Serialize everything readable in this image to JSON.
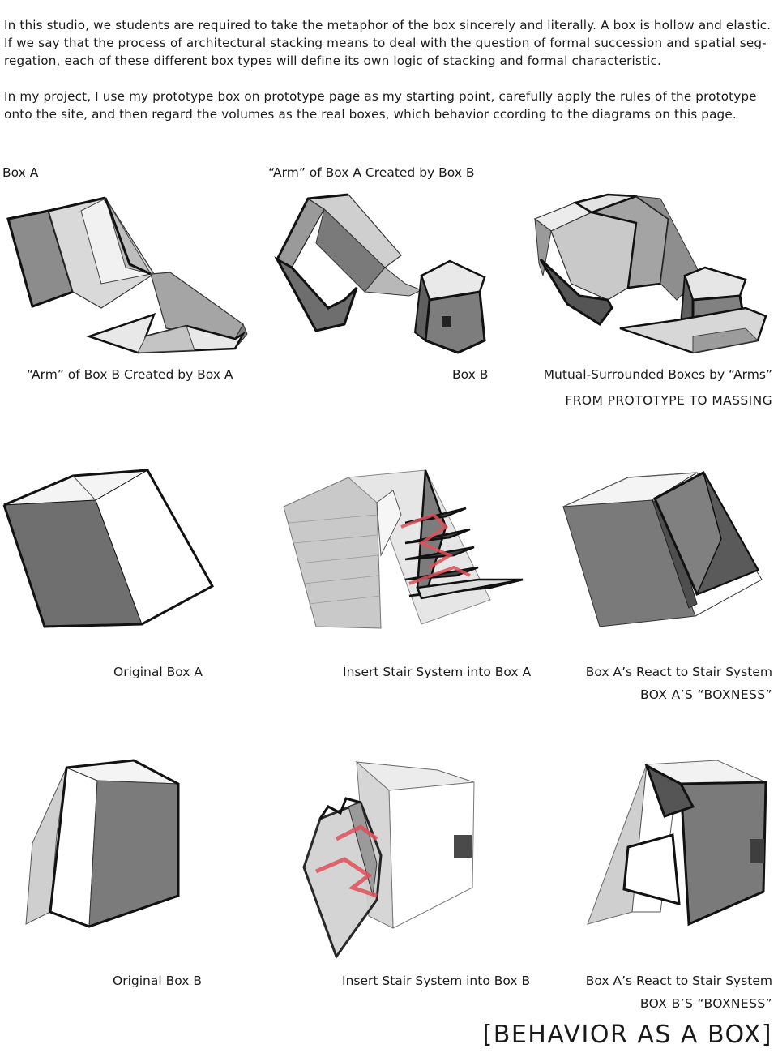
{
  "intro": {
    "p1": "In this studio, we students are required to take the metaphor of the box sincerely and literally. A box is hollow and elastic. If we say that the process of architectural stacking means to deal with the question of formal succession and spatial seg-regation, each of these different box types will define its own logic of stacking and formal characteristic.",
    "p2": "In my project, I use my prototype box on prototype page as my starting point, carefully apply the rules of the prototype onto the site, and then regard the volumes as the real boxes, which behavior ccording to the diagrams on this page."
  },
  "section1": {
    "label_box_a": "Box A",
    "label_arm_a": "“Arm” of Box A Created by Box B",
    "label_arm_b": "“Arm” of Box B Created by Box A",
    "label_box_b": "Box B",
    "label_mutual": "Mutual-Surrounded Boxes by “Arms”",
    "heading": "FROM PROTOTYPE TO MASSING"
  },
  "section2": {
    "cap1": "Original Box A",
    "cap2": "Insert Stair System into Box A",
    "cap3": "Box A’s React to Stair System",
    "heading": "BOX A’S “BOXNESS”"
  },
  "section3": {
    "cap1": "Original Box B",
    "cap2": "Insert Stair System into Box B",
    "cap3": "Box A’s React to Stair System",
    "heading": "BOX B’S “BOXNESS”"
  },
  "title": "[BEHAVIOR AS A BOX]",
  "colors": {
    "text": "#1a1a1a",
    "dark_face": "#6e6e6e",
    "mid_face": "#a8a8a8",
    "light_face": "#dcdcdc",
    "stair_red": "#e0505a"
  }
}
